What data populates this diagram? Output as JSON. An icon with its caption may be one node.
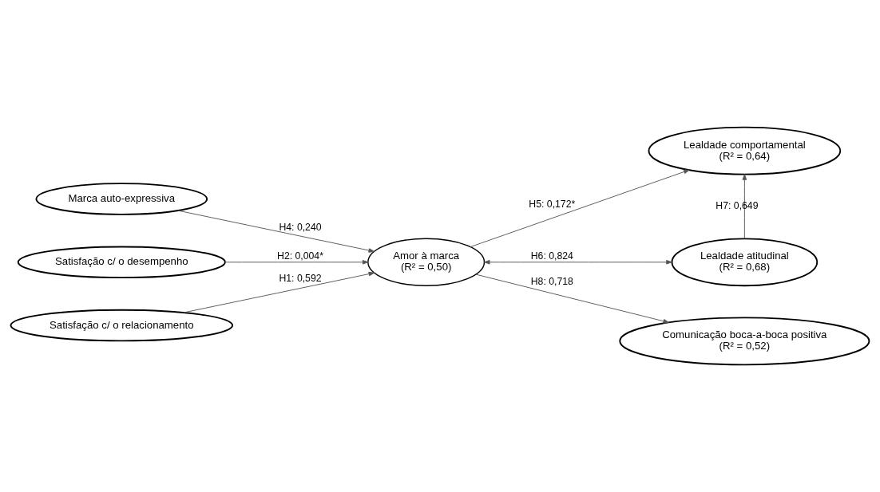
{
  "diagram": {
    "nodes": [
      {
        "text": [
          "Marca auto-expressiva"
        ]
      },
      {
        "text": [
          "Lealdade comportamental",
          "(R² = 0,64)"
        ]
      },
      {
        "text": [
          "Satisfação c/ o desempenho"
        ]
      },
      {
        "text": [
          "Amor à marca",
          "(R² = 0,50)"
        ]
      },
      {
        "text": [
          "Lealdade atitudinal",
          "(R² = 0,68)"
        ]
      },
      {
        "text": [
          "Satisfação c/ o relacionamento"
        ]
      },
      {
        "text": [
          "Comunicação boca-a-boca positiva",
          "(R² = 0,52)"
        ]
      }
    ],
    "edges": [
      {
        "from": 0,
        "to": 3,
        "arrow": "to",
        "label": "H4: 0,240"
      },
      {
        "from": 2,
        "to": 3,
        "arrow": "to",
        "label": "H2: 0,004*"
      },
      {
        "from": 5,
        "to": 3,
        "arrow": "to",
        "label": "H1: 0,592"
      },
      {
        "from": 3,
        "to": 1,
        "arrow": "to",
        "label": "H5: 0,172*"
      },
      {
        "from": 4,
        "to": 1,
        "arrow": "to",
        "label": "H7: 0,649"
      },
      {
        "from": 3,
        "to": 4,
        "arrow": "both",
        "label": "H6: 0,824"
      },
      {
        "from": 3,
        "to": 6,
        "arrow": "to",
        "label": "H8: 0,718"
      }
    ]
  }
}
